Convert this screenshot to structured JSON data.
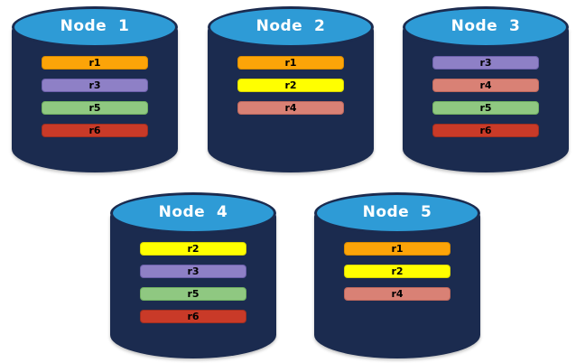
{
  "diagram": {
    "kind": "database-node-replica-distribution"
  },
  "colors": {
    "background": "#ffffff",
    "cylinder_body": "#1b2b4f",
    "cylinder_top": "#2e9bd6",
    "node_label_color": "#ffffff",
    "bar_label_color": "#000000"
  },
  "replica_colors": {
    "r1": {
      "fill": "#fca408",
      "border": "#d88b00"
    },
    "r2": {
      "fill": "#ffff00",
      "border": "#d8d400"
    },
    "r3": {
      "fill": "#8e80c6",
      "border": "#6c60ab"
    },
    "r4": {
      "fill": "#d98175",
      "border": "#bc675c"
    },
    "r5": {
      "fill": "#8fc881",
      "border": "#6fae60"
    },
    "r6": {
      "fill": "#c93a28",
      "border": "#9e2f22"
    }
  },
  "nodes": [
    {
      "label": "Node  1",
      "replicas": [
        "r1",
        "r3",
        "r5",
        "r6"
      ]
    },
    {
      "label": "Node  2",
      "replicas": [
        "r1",
        "r2",
        "r4"
      ]
    },
    {
      "label": "Node  3",
      "replicas": [
        "r3",
        "r4",
        "r5",
        "r6"
      ]
    },
    {
      "label": "Node  4",
      "replicas": [
        "r2",
        "r3",
        "r5",
        "r6"
      ]
    },
    {
      "label": "Node  5",
      "replicas": [
        "r1",
        "r2",
        "r4"
      ]
    }
  ]
}
